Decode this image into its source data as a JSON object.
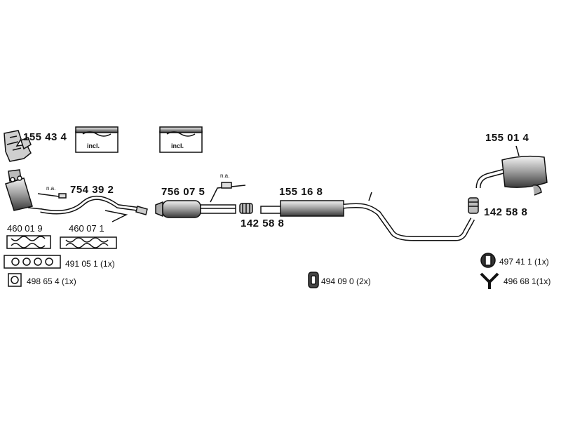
{
  "parts": {
    "p155434": "155 43 4",
    "p754392": "754 39 2",
    "p756075": "756 07 5",
    "p155168": "155 16 8",
    "p155014": "155 01 4",
    "p142588_mid": "142 58 8",
    "p142588_rear": "142 58 8",
    "p460019": "460 01 9",
    "p460071": "460 07 1"
  },
  "accessories": {
    "a491051": "491 05 1 (1x)",
    "a498654": "498 65 4 (1x)",
    "a494090": "494 09 0  (2x)",
    "a497411": "497 41 1 (1x)",
    "a496681": "496 68 1(1x)"
  },
  "notes": {
    "na_front": "n.a.",
    "na_mid": "n.a.",
    "incl_1": "incl.",
    "incl_2": "incl."
  },
  "colors": {
    "line": "#111111",
    "shade": "#9a9a9a",
    "light": "#d8d8d8"
  }
}
